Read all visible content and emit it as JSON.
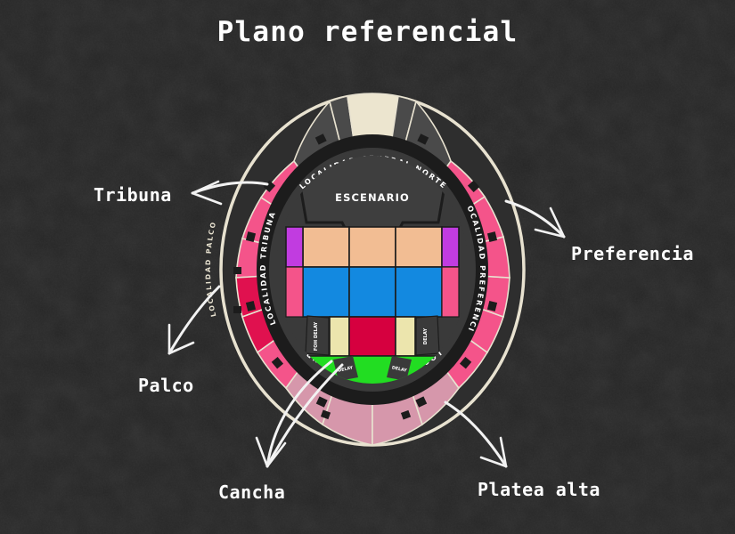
{
  "page": {
    "title": "Plano referencial",
    "background_color": "#262626",
    "text_color": "#ffffff"
  },
  "venue_map": {
    "stage_label": "ESCENARIO",
    "ring_labels": [
      {
        "id": "general-norte",
        "text": "LOCALIDAD GENERAL NORTE",
        "position": "top"
      },
      {
        "id": "general-sur",
        "text": "LOCALIDAD GENERAL SUR",
        "position": "bottom"
      },
      {
        "id": "tribuna",
        "text": "LOCALIDAD TRIBUNA",
        "position": "left-inner"
      },
      {
        "id": "preferencia",
        "text": "LOCALIDAD PREFERENCIA",
        "position": "right-inner"
      },
      {
        "id": "palco",
        "text": "LOCALIDAD PALCO",
        "position": "left-outer"
      }
    ],
    "tech_positions": [
      {
        "id": "foh-delay",
        "text": "FOH DELAY",
        "zone": "floor-left"
      },
      {
        "id": "delay-right",
        "text": "DELAY",
        "zone": "floor-right"
      },
      {
        "id": "delay-field-left",
        "text": "DELAY",
        "zone": "cancha-left"
      },
      {
        "id": "delay-field-right",
        "text": "DELAY",
        "zone": "cancha-right"
      }
    ],
    "colors": {
      "outer_border": "#e8e2d0",
      "ring_dark": "#4a4a4a",
      "ring_black": "#1c1c1c",
      "pink": "#f4548a",
      "crimson": "#e0114f",
      "mauve": "#d697ab",
      "purple": "#c13ce0",
      "peach": "#f2bd93",
      "blue": "#1389e0",
      "red": "#d6003f",
      "cream": "#ece5ad",
      "green": "#22dd22",
      "stage_grey": "#3e3e3e",
      "backstage": "#ece5cf"
    }
  },
  "callouts": [
    {
      "id": "tribuna",
      "label": "Tribuna"
    },
    {
      "id": "preferencia",
      "label": "Preferencia"
    },
    {
      "id": "palco",
      "label": "Palco"
    },
    {
      "id": "cancha",
      "label": "Cancha"
    },
    {
      "id": "platea-alta",
      "label": "Platea alta"
    }
  ]
}
